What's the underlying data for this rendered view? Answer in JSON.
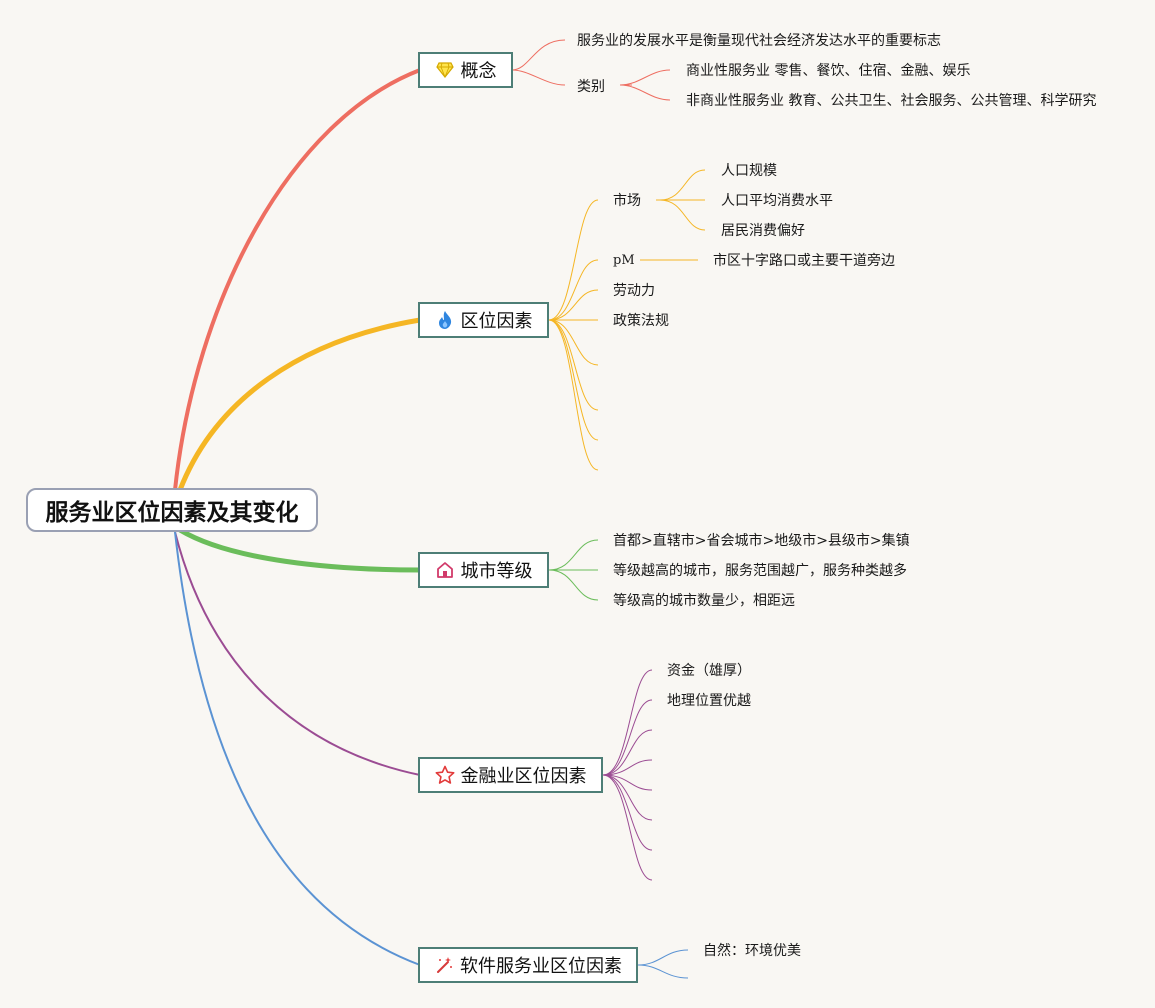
{
  "root": {
    "label": "服务业区位因素及其变化"
  },
  "topics": [
    {
      "label": "概念",
      "icon": "diamond-icon",
      "color": "#ee6e61",
      "children": [
        {
          "label": "服务业的发展水平是衡量现代社会经济发达水平的重要标志"
        },
        {
          "label": "类别",
          "children": [
            {
              "label": "商业性服务业 零售、餐饮、住宿、金融、娱乐"
            },
            {
              "label": "非商业性服务业 教育、公共卫生、社会服务、公共管理、科学研究"
            }
          ]
        }
      ]
    },
    {
      "label": "区位因素",
      "icon": "flame-icon",
      "color": "#f5b624",
      "children": [
        {
          "label": "市场",
          "children": [
            {
              "label": "人口规模"
            },
            {
              "label": "人口平均消费水平"
            },
            {
              "label": "居民消费偏好"
            }
          ]
        },
        {
          "label": "pM",
          "children": [
            {
              "label": "市区十字路口或主要干道旁边"
            }
          ]
        },
        {
          "label": "劳动力"
        },
        {
          "label": "政策法规"
        }
      ]
    },
    {
      "label": "城市等级",
      "icon": "home-icon",
      "color": "#6bbd5b",
      "children": [
        {
          "label": "首都>直辖市>省会城市>地级市>县级市>集镇"
        },
        {
          "label": "等级越高的城市，服务范围越广，服务种类越多"
        },
        {
          "label": "等级高的城市数量少，相距远"
        }
      ]
    },
    {
      "label": "金融业区位因素",
      "icon": "star-icon",
      "color": "#9b4c93",
      "children": [
        {
          "label": "资金（雄厚）"
        },
        {
          "label": "地理位置优越"
        }
      ]
    },
    {
      "label": "软件服务业区位因素",
      "icon": "magic-wand-icon",
      "color": "#5b93d3",
      "children": [
        {
          "label": "自然：环境优美"
        }
      ]
    }
  ],
  "colors": {
    "background": "#f9f7f3",
    "topic_border": "#4d7e76",
    "root_border": "#9aa0b3"
  }
}
